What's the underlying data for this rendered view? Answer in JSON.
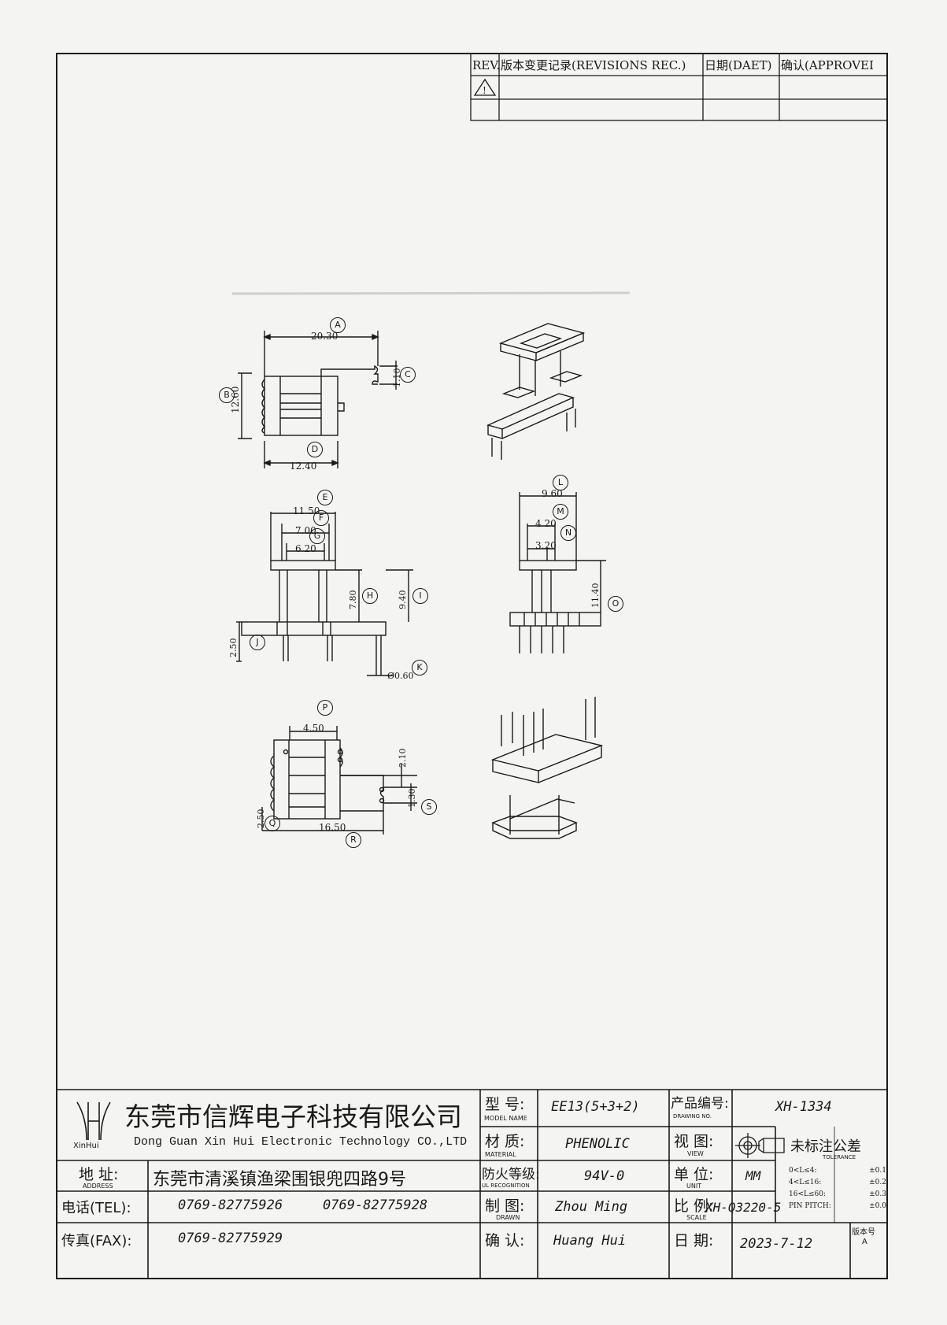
{
  "revision_table": {
    "headers": [
      "REV.",
      "版本变更记录(REVISIONS REC.)",
      "日期(DAET)",
      "确认(APPROVEI"
    ],
    "rows": [
      [
        "!",
        "",
        "",
        ""
      ]
    ]
  },
  "dimension_labels": {
    "A": "A",
    "B": "B",
    "C": "C",
    "D": "D",
    "E": "E",
    "F": "F",
    "G": "G",
    "H": "H",
    "I": "I",
    "J": "J",
    "K": "K",
    "L": "L",
    "M": "M",
    "N": "N",
    "O": "O",
    "P": "P",
    "Q": "Q",
    "R": "R",
    "S": "S"
  },
  "dimensions": {
    "A": "20.30",
    "B": "12.60",
    "C": "1.10",
    "D": "12.40",
    "E": "11.50",
    "F": "7.00",
    "G": "6.20",
    "H": "7.80",
    "I": "9.40",
    "J": "2.50",
    "K": "Ø0.60",
    "L": "9.60",
    "M": "4.20",
    "N": "3.20",
    "O": "11.40",
    "P": "4.50",
    "P2": "2.10",
    "Q": "2.50",
    "R": "16.50",
    "S": "1.30"
  },
  "title_block": {
    "company_cn": "东莞市信辉电子科技有限公司",
    "company_en": "Dong Guan Xin Hui Electronic Technology CO.,LTD",
    "logo_text": "XinHui",
    "address_label": "地  址:",
    "address_label_en": "ADDRESS",
    "address_value": "东莞市清溪镇渔梁围银兜四路9号",
    "tel_label": "电话(TEL):",
    "tel_values": [
      "0769-82775926",
      "0769-82775928"
    ],
    "fax_label": "传真(FAX):",
    "fax_value": "0769-82775929",
    "model_label": "型  号:",
    "model_label_en": "MODEL NAME",
    "model_value": "EE13(5+3+2)",
    "material_label": "材  质:",
    "material_label_en": "MATERIAL",
    "material_value": "PHENOLIC",
    "flame_label": "防火等级:",
    "flame_label_en": "UL RECOGNITION",
    "flame_value": "94V-0",
    "drawn_label": "制  图:",
    "drawn_label_en": "DRAWN",
    "drawn_value": "Zhou Ming",
    "confirm_label": "确  认:",
    "confirm_value": "Huang Hui",
    "drawing_no_label": "产品编号:",
    "drawing_no_label_en": "DRAWING NO.",
    "drawing_no_value": "XH-1334",
    "view_label": "视  图:",
    "view_label_en": "VIEW",
    "unit_label": "单  位:",
    "unit_label_en": "UNIT",
    "unit_value": "MM",
    "scale_label": "比  例:",
    "scale_label_en": "SCALE",
    "scale_value": "XH-Q3220-5",
    "date_label": "日  期:",
    "date_value": "2023-7-12",
    "tolerance_title": "未标注公差",
    "tolerance_title_en": "TOLERANCE",
    "tolerances": [
      {
        "range": "0<L≤4:",
        "value": "±0.1"
      },
      {
        "range": "4<L≤16:",
        "value": "±0.2"
      },
      {
        "range": "16<L≤60:",
        "value": "±0.3"
      },
      {
        "range": "PIN PITCH:",
        "value": "±0.0"
      }
    ],
    "version_label": "版本号",
    "version_value": "A"
  },
  "colors": {
    "line": "#1a1a1a",
    "paper": "#f4f4f2"
  }
}
